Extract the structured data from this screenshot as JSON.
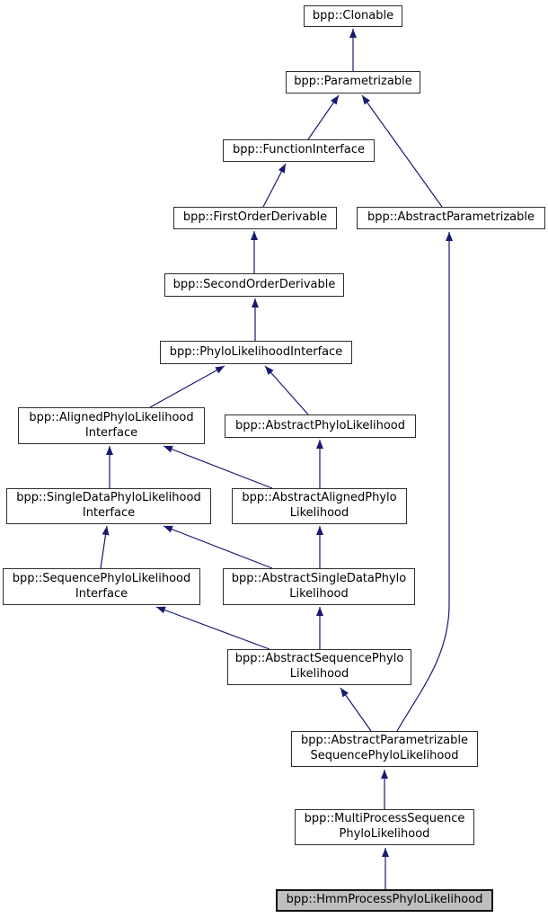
{
  "diagram": {
    "type": "class-inheritance-graph",
    "arrow_color": "#191970",
    "node_border_color": "#2e2e2e",
    "highlight_fill": "#bfbfbf",
    "nodes": [
      {
        "id": "clonable",
        "label": "bpp::Clonable",
        "highlighted": false
      },
      {
        "id": "parametrizable",
        "label": "bpp::Parametrizable",
        "highlighted": false
      },
      {
        "id": "function-interface",
        "label": "bpp::FunctionInterface",
        "highlighted": false
      },
      {
        "id": "first-order-derivable",
        "label": "bpp::FirstOrderDerivable",
        "highlighted": false
      },
      {
        "id": "abstract-parametrizable",
        "label": "bpp::AbstractParametrizable",
        "highlighted": false
      },
      {
        "id": "second-order-derivable",
        "label": "bpp::SecondOrderDerivable",
        "highlighted": false
      },
      {
        "id": "phylo-likelihood-interface",
        "label": "bpp::PhyloLikelihoodInterface",
        "highlighted": false
      },
      {
        "id": "aligned-phylo-likelihood-interface",
        "label": "bpp::AlignedPhyloLikelihood Interface",
        "highlighted": false
      },
      {
        "id": "abstract-phylo-likelihood",
        "label": "bpp::AbstractPhyloLikelihood",
        "highlighted": false
      },
      {
        "id": "single-data-phylo-likelihood-interface",
        "label": "bpp::SingleDataPhyloLikelihood Interface",
        "highlighted": false
      },
      {
        "id": "abstract-aligned-phylo-likelihood",
        "label": "bpp::AbstractAlignedPhylo Likelihood",
        "highlighted": false
      },
      {
        "id": "sequence-phylo-likelihood-interface",
        "label": "bpp::SequencePhyloLikelihood Interface",
        "highlighted": false
      },
      {
        "id": "abstract-single-data-phylo-likelihood",
        "label": "bpp::AbstractSingleDataPhylo Likelihood",
        "highlighted": false
      },
      {
        "id": "abstract-sequence-phylo-likelihood",
        "label": "bpp::AbstractSequencePhylo Likelihood",
        "highlighted": false
      },
      {
        "id": "abstract-parametrizable-sequence-phylo-likelihood",
        "label": "bpp::AbstractParametrizable SequencePhyloLikelihood",
        "highlighted": false
      },
      {
        "id": "multi-process-sequence-phylo-likelihood",
        "label": "bpp::MultiProcessSequence PhyloLikelihood",
        "highlighted": false
      },
      {
        "id": "hmm-process-phylo-likelihood",
        "label": "bpp::HmmProcessPhyloLikelihood",
        "highlighted": true
      }
    ],
    "edges": [
      {
        "child": "parametrizable",
        "parent": "clonable"
      },
      {
        "child": "function-interface",
        "parent": "parametrizable"
      },
      {
        "child": "abstract-parametrizable",
        "parent": "parametrizable"
      },
      {
        "child": "first-order-derivable",
        "parent": "function-interface"
      },
      {
        "child": "second-order-derivable",
        "parent": "first-order-derivable"
      },
      {
        "child": "phylo-likelihood-interface",
        "parent": "second-order-derivable"
      },
      {
        "child": "aligned-phylo-likelihood-interface",
        "parent": "phylo-likelihood-interface"
      },
      {
        "child": "abstract-phylo-likelihood",
        "parent": "phylo-likelihood-interface"
      },
      {
        "child": "single-data-phylo-likelihood-interface",
        "parent": "aligned-phylo-likelihood-interface"
      },
      {
        "child": "abstract-aligned-phylo-likelihood",
        "parent": "aligned-phylo-likelihood-interface"
      },
      {
        "child": "abstract-aligned-phylo-likelihood",
        "parent": "abstract-phylo-likelihood"
      },
      {
        "child": "sequence-phylo-likelihood-interface",
        "parent": "single-data-phylo-likelihood-interface"
      },
      {
        "child": "abstract-single-data-phylo-likelihood",
        "parent": "single-data-phylo-likelihood-interface"
      },
      {
        "child": "abstract-single-data-phylo-likelihood",
        "parent": "abstract-aligned-phylo-likelihood"
      },
      {
        "child": "abstract-sequence-phylo-likelihood",
        "parent": "sequence-phylo-likelihood-interface"
      },
      {
        "child": "abstract-sequence-phylo-likelihood",
        "parent": "abstract-single-data-phylo-likelihood"
      },
      {
        "child": "abstract-parametrizable-sequence-phylo-likelihood",
        "parent": "abstract-sequence-phylo-likelihood"
      },
      {
        "child": "abstract-parametrizable-sequence-phylo-likelihood",
        "parent": "abstract-parametrizable"
      },
      {
        "child": "multi-process-sequence-phylo-likelihood",
        "parent": "abstract-parametrizable-sequence-phylo-likelihood"
      },
      {
        "child": "hmm-process-phylo-likelihood",
        "parent": "multi-process-sequence-phylo-likelihood"
      }
    ]
  }
}
